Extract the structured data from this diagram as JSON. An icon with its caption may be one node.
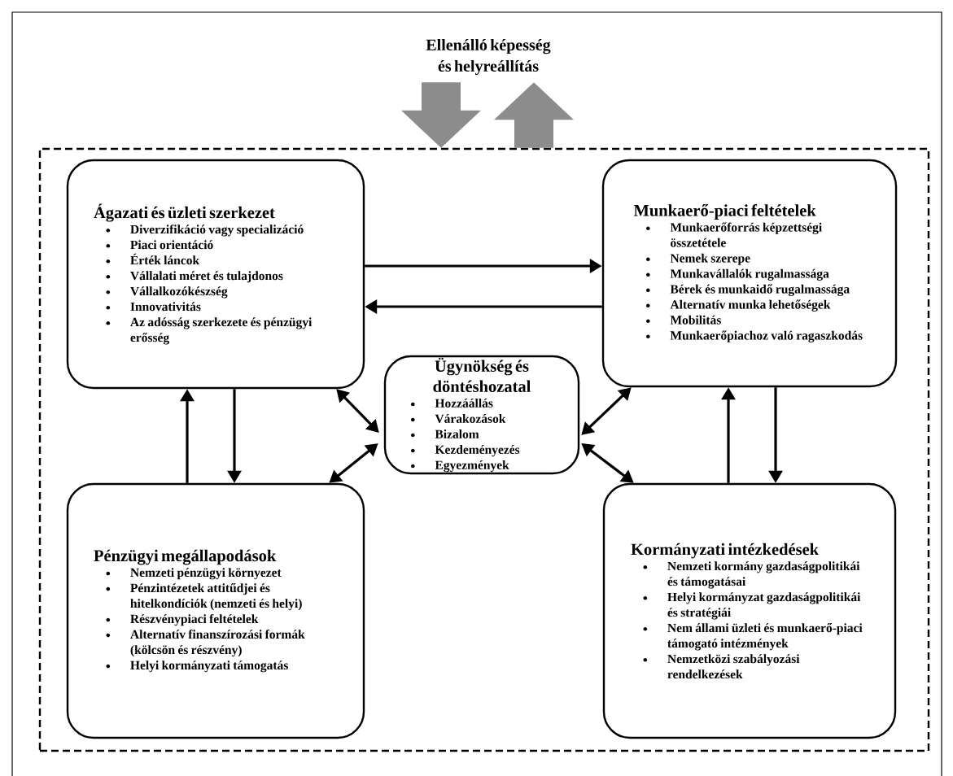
{
  "diagram": {
    "nodes": [
      {
        "text": [
          "Ellenálló képesség és helyreállítás"
        ]
      },
      {
        "text": [],
        "shape": "box"
      },
      {
        "text": [
          "Ágazati és üzleti szerkezet",
          "Diverzifikáció vagy specializáció",
          "Piaci orientáció",
          "Érték láncok",
          "Vállalati méret és tulajdonos",
          "Vállalkozókészség",
          "Innovativitás",
          "Az adósság szerkezete és pénzügyi erősség"
        ],
        "in": 1
      },
      {
        "text": [
          "Munkaerő-piaci feltételek",
          "Munkaerőforrás képzettségi összetétele",
          "Nemek szerepe",
          "Munkavállalók rugalmassága",
          "Bérek és munkaidő rugalmassága",
          "Alternatív munka lehetőségek",
          "Mobilitás",
          "Munkaerőpiachoz való ragaszkodás"
        ],
        "in": 1
      },
      {
        "text": [
          "Ügynökség és döntéshozatal",
          "Hozzáállás",
          "Várakozások",
          "Bizalom",
          "Kezdeményezés",
          "Egyezmények"
        ],
        "in": 1
      },
      {
        "text": [
          "Pénzügyi megállapodások",
          "Nemzeti pénzügyi környezet",
          "Pénzintézetek attitűdjei és hitelkondíciók (nemzeti és helyi)",
          "Részvénypiaci feltételek",
          "Alternatív finanszírozási formák (kölcsön és részvény)",
          "Helyi kormányzati támogatás"
        ],
        "in": 1
      },
      {
        "text": [
          "Kormányzati intézkedések",
          "Nemzeti kormány gazdaságpolitikái és támogatásai",
          "Helyi kormányzat gazdaságpolitikái és stratégiái",
          "Nem állami üzleti és munkaerő-piaci támogató intézmények",
          "Nemzetközi szabályozási rendelkezések"
        ],
        "in": 1
      }
    ],
    "edges": [
      {
        "from": 0,
        "to": 1,
        "arrow": "to",
        "style": "thick",
        "color": "#8c8c8c"
      },
      {
        "from": 1,
        "to": 0,
        "arrow": "to",
        "style": "thick",
        "color": "#8c8c8c"
      },
      {
        "from": 2,
        "to": 3,
        "arrow": "to"
      },
      {
        "from": 3,
        "to": 2,
        "arrow": "to"
      },
      {
        "from": 5,
        "to": 2,
        "arrow": "to"
      },
      {
        "from": 2,
        "to": 5,
        "arrow": "to"
      },
      {
        "from": 2,
        "to": 4,
        "arrow": "both"
      },
      {
        "from": 5,
        "to": 4,
        "arrow": "both"
      },
      {
        "from": 3,
        "to": 4,
        "arrow": "both"
      },
      {
        "from": 6,
        "to": 4,
        "arrow": "both"
      },
      {
        "from": 6,
        "to": 3,
        "arrow": "to"
      },
      {
        "from": 3,
        "to": 6,
        "arrow": "to"
      }
    ]
  }
}
